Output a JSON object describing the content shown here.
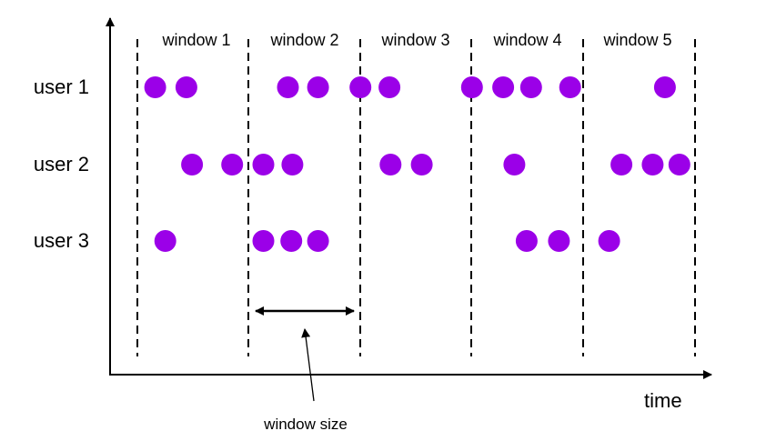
{
  "windows": [
    "window 1",
    "window 2",
    "window 3",
    "window 4",
    "window 5"
  ],
  "users": [
    "user 1",
    "user 2",
    "user 3"
  ],
  "time_label": "time",
  "window_size_label": "window size",
  "colors": {
    "event": "#9B00E8",
    "line": "#000000"
  },
  "events": {
    "user 1": [
      0.16,
      0.44,
      1.35,
      1.62,
      2.0,
      2.26,
      3.0,
      3.28,
      3.53,
      3.88,
      4.73
    ],
    "user 2": [
      0.49,
      0.85,
      1.13,
      1.39,
      2.27,
      2.55,
      3.38,
      4.34,
      4.62,
      4.86
    ],
    "user 3": [
      0.25,
      1.13,
      1.38,
      1.62,
      3.49,
      3.78,
      4.23
    ]
  }
}
